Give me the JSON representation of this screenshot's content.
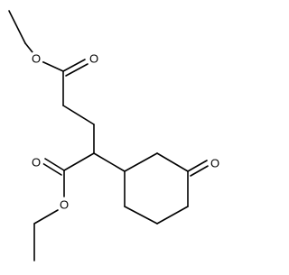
{
  "molecule": {
    "atoms": [
      {
        "id": "ester1_alkoxy_O",
        "label": "O"
      },
      {
        "id": "ester1_carbonyl_O",
        "label": "O"
      },
      {
        "id": "ester2_carbonyl_O",
        "label": "O"
      },
      {
        "id": "ester2_alkoxy_O",
        "label": "O"
      },
      {
        "id": "ketone_O",
        "label": "O"
      }
    ],
    "colors": {
      "bond": "#000000",
      "label": "#000000",
      "background": "#ffffff"
    }
  }
}
